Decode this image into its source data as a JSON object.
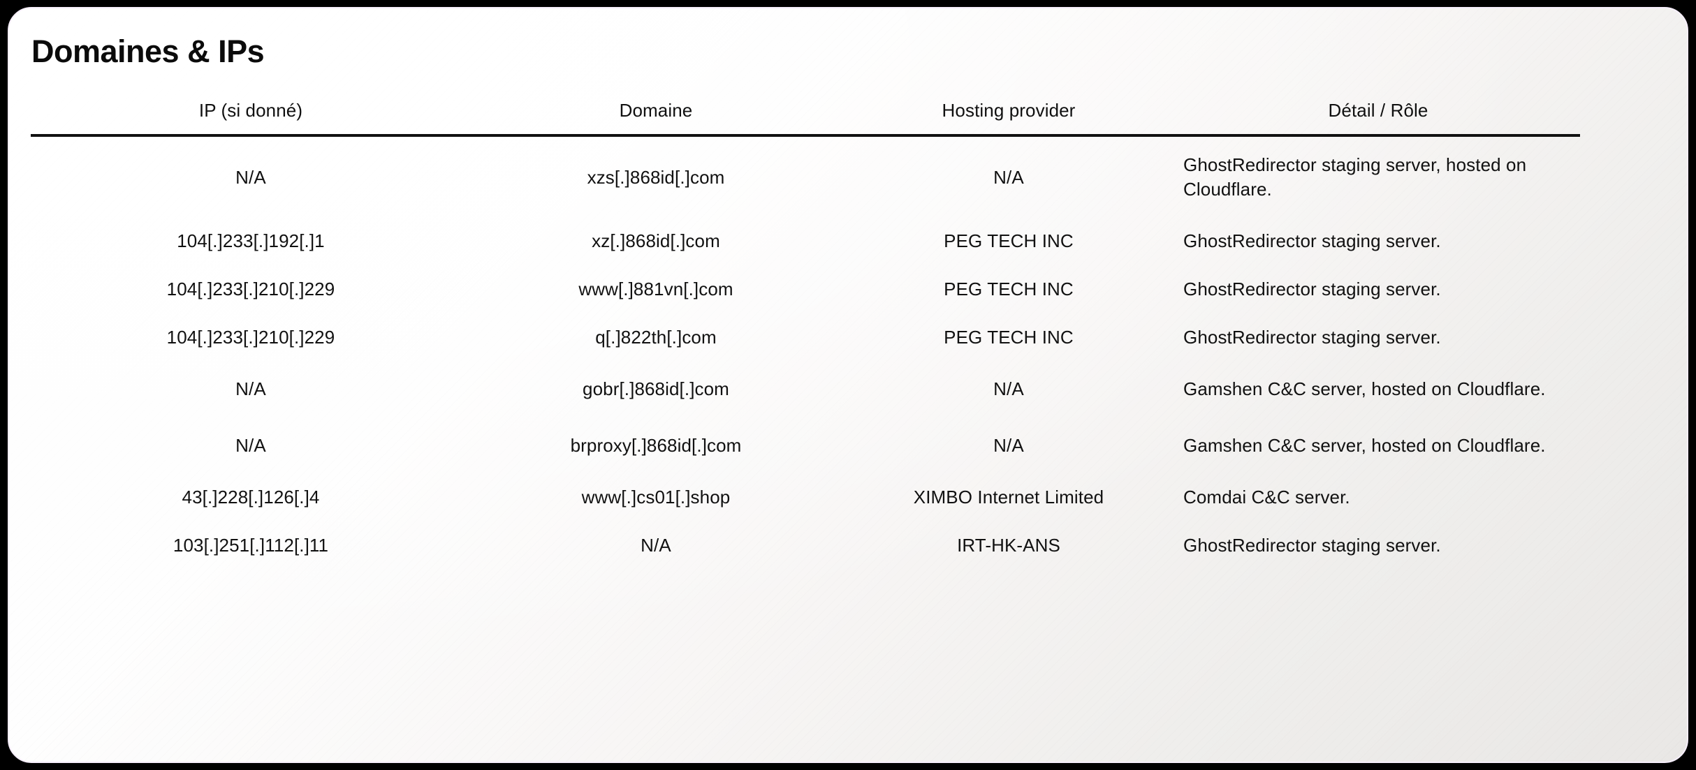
{
  "slide": {
    "title": "Domaines & IPs",
    "accent_color": "#111111",
    "card_border_color": "#f6eefb",
    "page_background": "#000000"
  },
  "table": {
    "headers": [
      "IP (si donné)",
      "Domaine",
      "Hosting provider",
      "Détail / Rôle"
    ],
    "rows": [
      {
        "ip": "N/A",
        "domain": "xzs[.]868id[.]com",
        "hosting_provider": "N/A",
        "detail": "GhostRedirector staging server, hosted on Cloudflare."
      },
      {
        "ip": "104[.]233[.]192[.]1",
        "domain": "xz[.]868id[.]com",
        "hosting_provider": "PEG TECH INC",
        "detail": "GhostRedirector staging server."
      },
      {
        "ip": "104[.]233[.]210[.]229",
        "domain": "www[.]881vn[.]com",
        "hosting_provider": "PEG TECH INC",
        "detail": "GhostRedirector staging server."
      },
      {
        "ip": "104[.]233[.]210[.]229",
        "domain": "q[.]822th[.]com",
        "hosting_provider": "PEG TECH INC",
        "detail": "GhostRedirector staging server."
      },
      {
        "ip": "N/A",
        "domain": "gobr[.]868id[.]com",
        "hosting_provider": "N/A",
        "detail": "Gamshen C&C server, hosted on Cloudflare."
      },
      {
        "ip": "N/A",
        "domain": "brproxy[.]868id[.]com",
        "hosting_provider": "N/A",
        "detail": "Gamshen C&C server, hosted on Cloudflare."
      },
      {
        "ip": "43[.]228[.]126[.]4",
        "domain": "www[.]cs01[.]shop",
        "hosting_provider": "XIMBO Internet Limited",
        "detail": "Comdai C&C server."
      },
      {
        "ip": "103[.]251[.]112[.]11",
        "domain": "N/A",
        "hosting_provider": "IRT-HK-ANS",
        "detail": "GhostRedirector staging server."
      }
    ]
  }
}
